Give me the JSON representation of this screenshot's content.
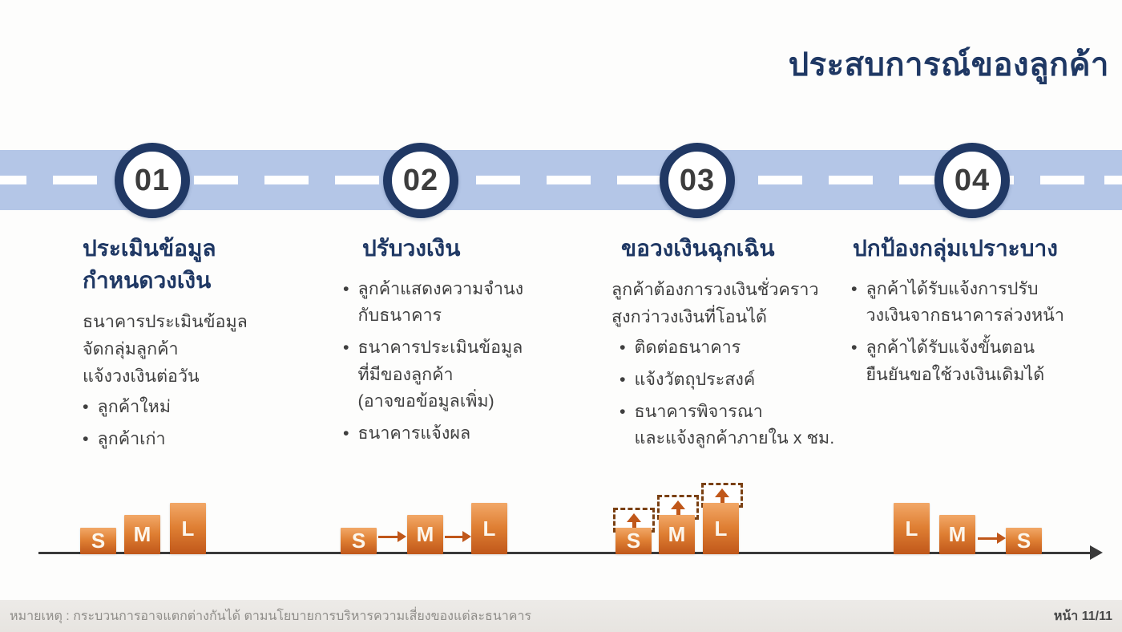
{
  "slide": {
    "title": "ประสบการณ์ของลูกค้า"
  },
  "steps": [
    {
      "number": "01",
      "title": "ประเมินข้อมูล\nกำหนดวงเงิน",
      "intro": "ธนาคารประเมินข้อมูล\nจัดกลุ่มลูกค้า\nแจ้งวงเงินต่อวัน",
      "bullets": [
        "ลูกค้าใหม่",
        "ลูกค้าเก่า"
      ]
    },
    {
      "number": "02",
      "title": "ปรับวงเงิน",
      "intro": "",
      "bullets": [
        "ลูกค้าแสดงความจำนง\nกับธนาคาร",
        "ธนาคารประเมินข้อมูล\nที่มีของลูกค้า\n(อาจขอข้อมูลเพิ่ม)",
        "ธนาคารแจ้งผล"
      ]
    },
    {
      "number": "03",
      "title": "ขอวงเงินฉุกเฉิน",
      "intro": "ลูกค้าต้องการวงเงินชั่วคราว\nสูงกว่าวงเงินที่โอนได้",
      "bullets": [
        "ติดต่อธนาคาร",
        "แจ้งวัตถุประสงค์",
        "ธนาคารพิจารณา\nและแจ้งลูกค้าภายใน x ชม."
      ]
    },
    {
      "number": "04",
      "title": "ปกป้องกลุ่มเปราะบาง",
      "intro": "",
      "bullets": [
        "ลูกค้าได้รับแจ้งการปรับ\nวงเงินจากธนาคารล่วงหน้า",
        "ลูกค้าได้รับแจ้งขั้นตอน\nยืนยันขอใช้วงเงินเดิมได้"
      ]
    }
  ],
  "bullet_glyph": "•",
  "diagram": {
    "groups": [
      {
        "name": "initial-limits",
        "boxes": [
          {
            "label": "S"
          },
          {
            "label": "M"
          },
          {
            "label": "L"
          }
        ]
      },
      {
        "name": "limit-upgrade-flow",
        "boxes": [
          {
            "label": "S"
          },
          {
            "label": "M"
          },
          {
            "label": "L"
          }
        ]
      },
      {
        "name": "temporary-increase",
        "boxes": [
          {
            "label": "S"
          },
          {
            "label": "M"
          },
          {
            "label": "L"
          }
        ]
      },
      {
        "name": "limit-downgrade-flow",
        "boxes": [
          {
            "label": "L"
          },
          {
            "label": "M"
          },
          {
            "label": "S"
          }
        ]
      }
    ]
  },
  "footer": {
    "note": "หมายเหตุ : กระบวนการอาจแตกต่างกันได้ ตามนโยบายการบริหารความเสี่ยงของแต่ละธนาคาร",
    "page": "หน้า 11/11"
  },
  "colors": {
    "accent_navy": "#1f3864",
    "band_blue": "#b4c6e7",
    "orange_dark": "#c0571a",
    "orange_light": "#f2a868",
    "body_text": "#3f3f3f",
    "footer_bg": "#e8e5e1",
    "footer_text": "#8f8d89"
  }
}
